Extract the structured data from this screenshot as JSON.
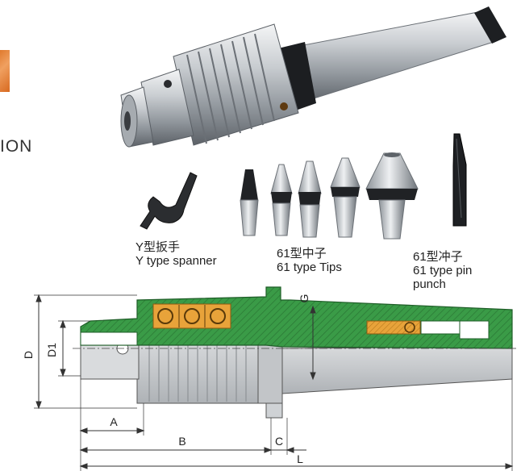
{
  "header": {
    "partial_title": "ION"
  },
  "labels": {
    "spanner_cn": "Y型扳手",
    "spanner_en": "Y type spanner",
    "tips_cn": "61型中子",
    "tips_en": "61 type Tips",
    "punch_cn": "61型冲子",
    "punch_en_1": "61 type pin",
    "punch_en_2": "punch"
  },
  "dimensions": {
    "D": "D",
    "D1": "D1",
    "G": "G",
    "A": "A",
    "B": "B",
    "C": "C",
    "L": "L"
  },
  "colors": {
    "section_green": "#3a9b47",
    "bearing_orange": "#e8a33a",
    "steel": "#b9bec4",
    "badge": "#e07a2d"
  }
}
